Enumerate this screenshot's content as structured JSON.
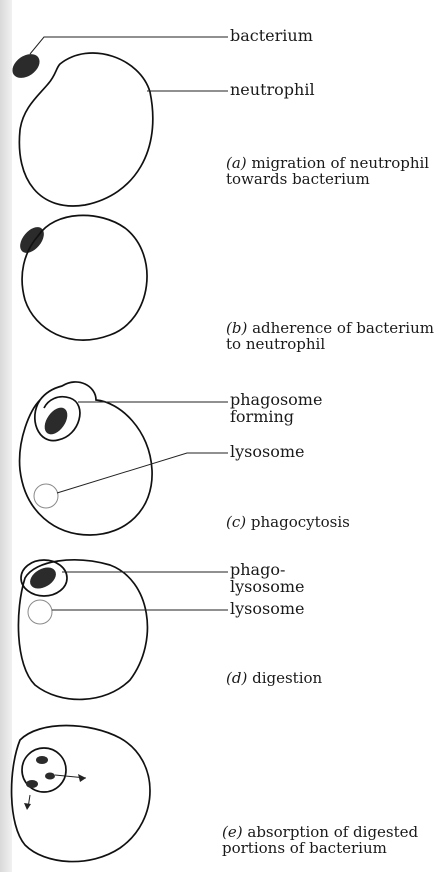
{
  "labels": {
    "bacterium": "bacterium",
    "neutrophil": "neutrophil",
    "phagosome_forming": [
      "phagosome",
      "forming"
    ],
    "lysosome_c": "lysosome",
    "phagolysosome": [
      "phago-",
      "lysosome"
    ],
    "lysosome_d": "lysosome"
  },
  "stages": [
    {
      "letter": "(a)",
      "caption": [
        "migration of neutrophil",
        "towards bacterium"
      ]
    },
    {
      "letter": "(b)",
      "caption": [
        "adherence of bacterium",
        "to neutrophil"
      ]
    },
    {
      "letter": "(c)",
      "caption": [
        "phagocytosis"
      ]
    },
    {
      "letter": "(d)",
      "caption": [
        "digestion"
      ]
    },
    {
      "letter": "(e)",
      "caption": [
        "absorption of digested",
        "portions of bacterium"
      ]
    }
  ]
}
